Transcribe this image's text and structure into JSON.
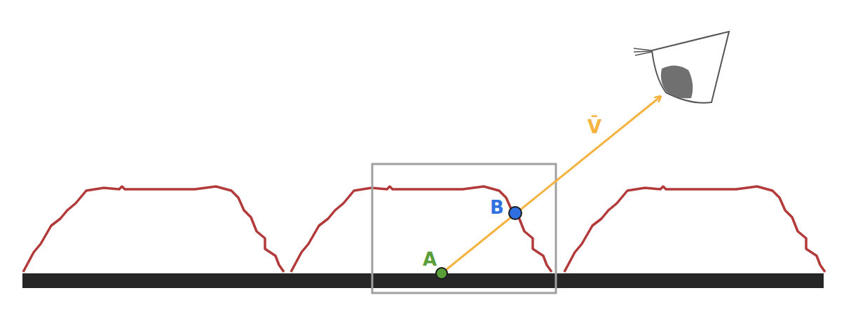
{
  "diagram": {
    "labels": [
      "A",
      "B",
      "V̄"
    ]
  }
}
